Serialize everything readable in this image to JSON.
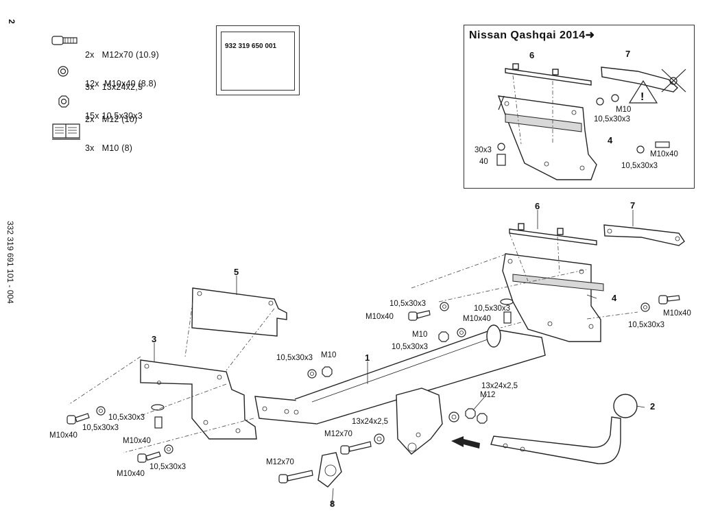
{
  "page_number": "2",
  "doc_code": "332 319 691 101 - 004",
  "legend": {
    "bolts": [
      "2x   M12x70 (10.9)",
      "12x  M10x40 (8.8)"
    ],
    "washers": [
      "3x   13x24x2,5",
      "15x 10,5x30x3"
    ],
    "nuts": [
      "2x   M12 (10)",
      "3x   M10 (8)"
    ]
  },
  "kit_label": "932 319 650 001",
  "inset": {
    "title": "Nissan Qashqai 2014➜",
    "labels": {
      "n6": "6",
      "n7": "7",
      "n4": "4",
      "m10": "M10",
      "w1": "10,5x30x3",
      "w30": "30x3",
      "b40": "40",
      "m10x40": "M10x40",
      "w2": "10,5x30x3"
    }
  },
  "main": {
    "labels": {
      "n5": "5",
      "n3": "3",
      "n1": "1",
      "n6": "6",
      "n7": "7",
      "n4": "4",
      "n2": "2",
      "n8": "8",
      "a_w": "10,5x30x3",
      "a_b": "M10x40",
      "b_w": "10,5x30x3",
      "b_b": "M10x40",
      "c_n": "M10",
      "c_w": "10,5x30x3",
      "d_w": "10,5x30x3",
      "d_b": "M10x40",
      "e_w": "10,5x30x3",
      "e_n": "M10",
      "f_w": "13x24x2,5",
      "f_n": "M12",
      "g_w": "13x24x2,5",
      "g_b": "M12x70",
      "h_b": "M12x70",
      "l1_w": "10,5x30x3",
      "l1_b": "M10x40",
      "l2_b": "M10x40",
      "l2_w": "10,5x30x3",
      "l3_b": "M10x40",
      "l3_w": "10,5x30x3"
    }
  }
}
